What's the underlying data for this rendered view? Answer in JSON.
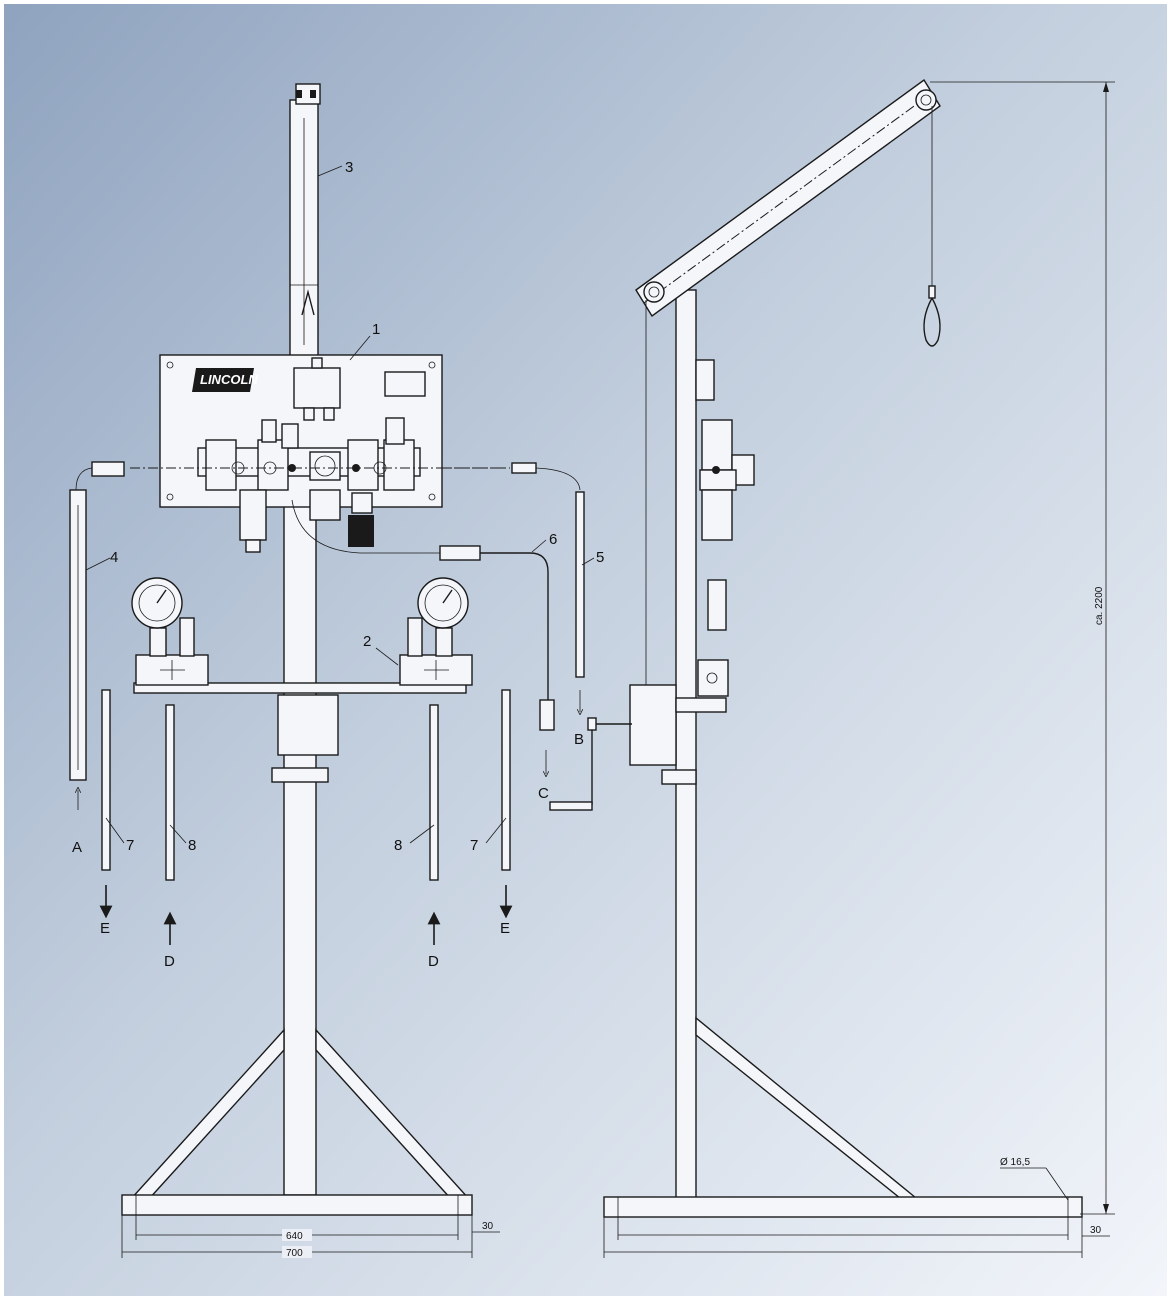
{
  "brand": "LINCOLN",
  "callouts": {
    "n1": "1",
    "n2": "2",
    "n3": "3",
    "n4": "4",
    "n5": "5",
    "n6": "6",
    "n7a": "7",
    "n7b": "7",
    "n8a": "8",
    "n8b": "8"
  },
  "ports": {
    "a": "A",
    "b": "B",
    "c": "C",
    "d_left": "D",
    "d_right": "D",
    "e_left": "E",
    "e_right": "E"
  },
  "dimensions": {
    "height": "ca. 2200",
    "width_inner": "640",
    "width_outer": "700",
    "base_left": "30",
    "base_right": "30",
    "hole_dia": "Ø 16,5"
  },
  "colors": {
    "background_top_left": "#8fa3bf",
    "background_bottom_right": "#f2f5fa",
    "line": "#1a1a1a"
  }
}
